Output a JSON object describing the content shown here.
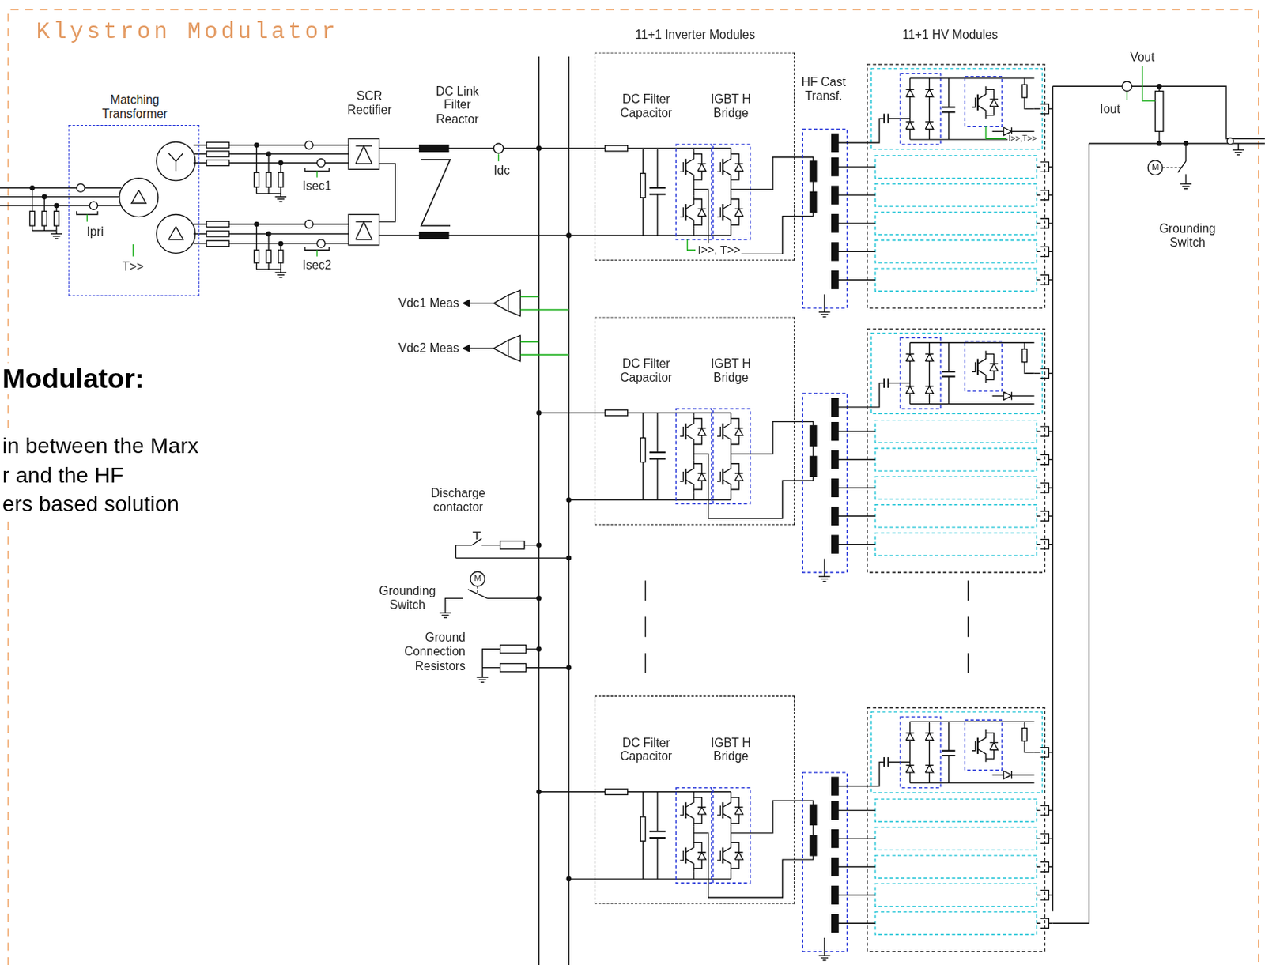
{
  "diagram": {
    "title": "Klystron Modulator",
    "nodes": [
      {
        "text": [
          "Matching Transformer"
        ]
      },
      {
        "text": [
          "DC Filter Capacitor",
          "IGBT H Bridge"
        ]
      },
      {
        "text": [
          "DC Filter Capacitor",
          "IGBT H Bridge"
        ]
      },
      {
        "text": [
          "DC Filter Capacitor",
          "IGBT H Bridge"
        ]
      }
    ],
    "labels": [
      "SCR Rectifier",
      "DC Link Filter Reactor",
      "11+1 Inverter Modules",
      "11+1 HV Modules",
      "HF Cast Transf.",
      "Vout",
      "Iout",
      "Idc",
      "Ipri",
      "T>>",
      "Isec1",
      "Isec2",
      "I>>, T>>",
      "I>>,T>>",
      "Grounding Switch",
      "Vdc1 Meas",
      "Vdc2 Meas",
      "Modulator:",
      "in between the Marx",
      "r and the HF",
      "ers based solution",
      "Discharge contactor",
      "Grounding Switch",
      "Ground Connection Resistors",
      "M",
      "M"
    ]
  }
}
